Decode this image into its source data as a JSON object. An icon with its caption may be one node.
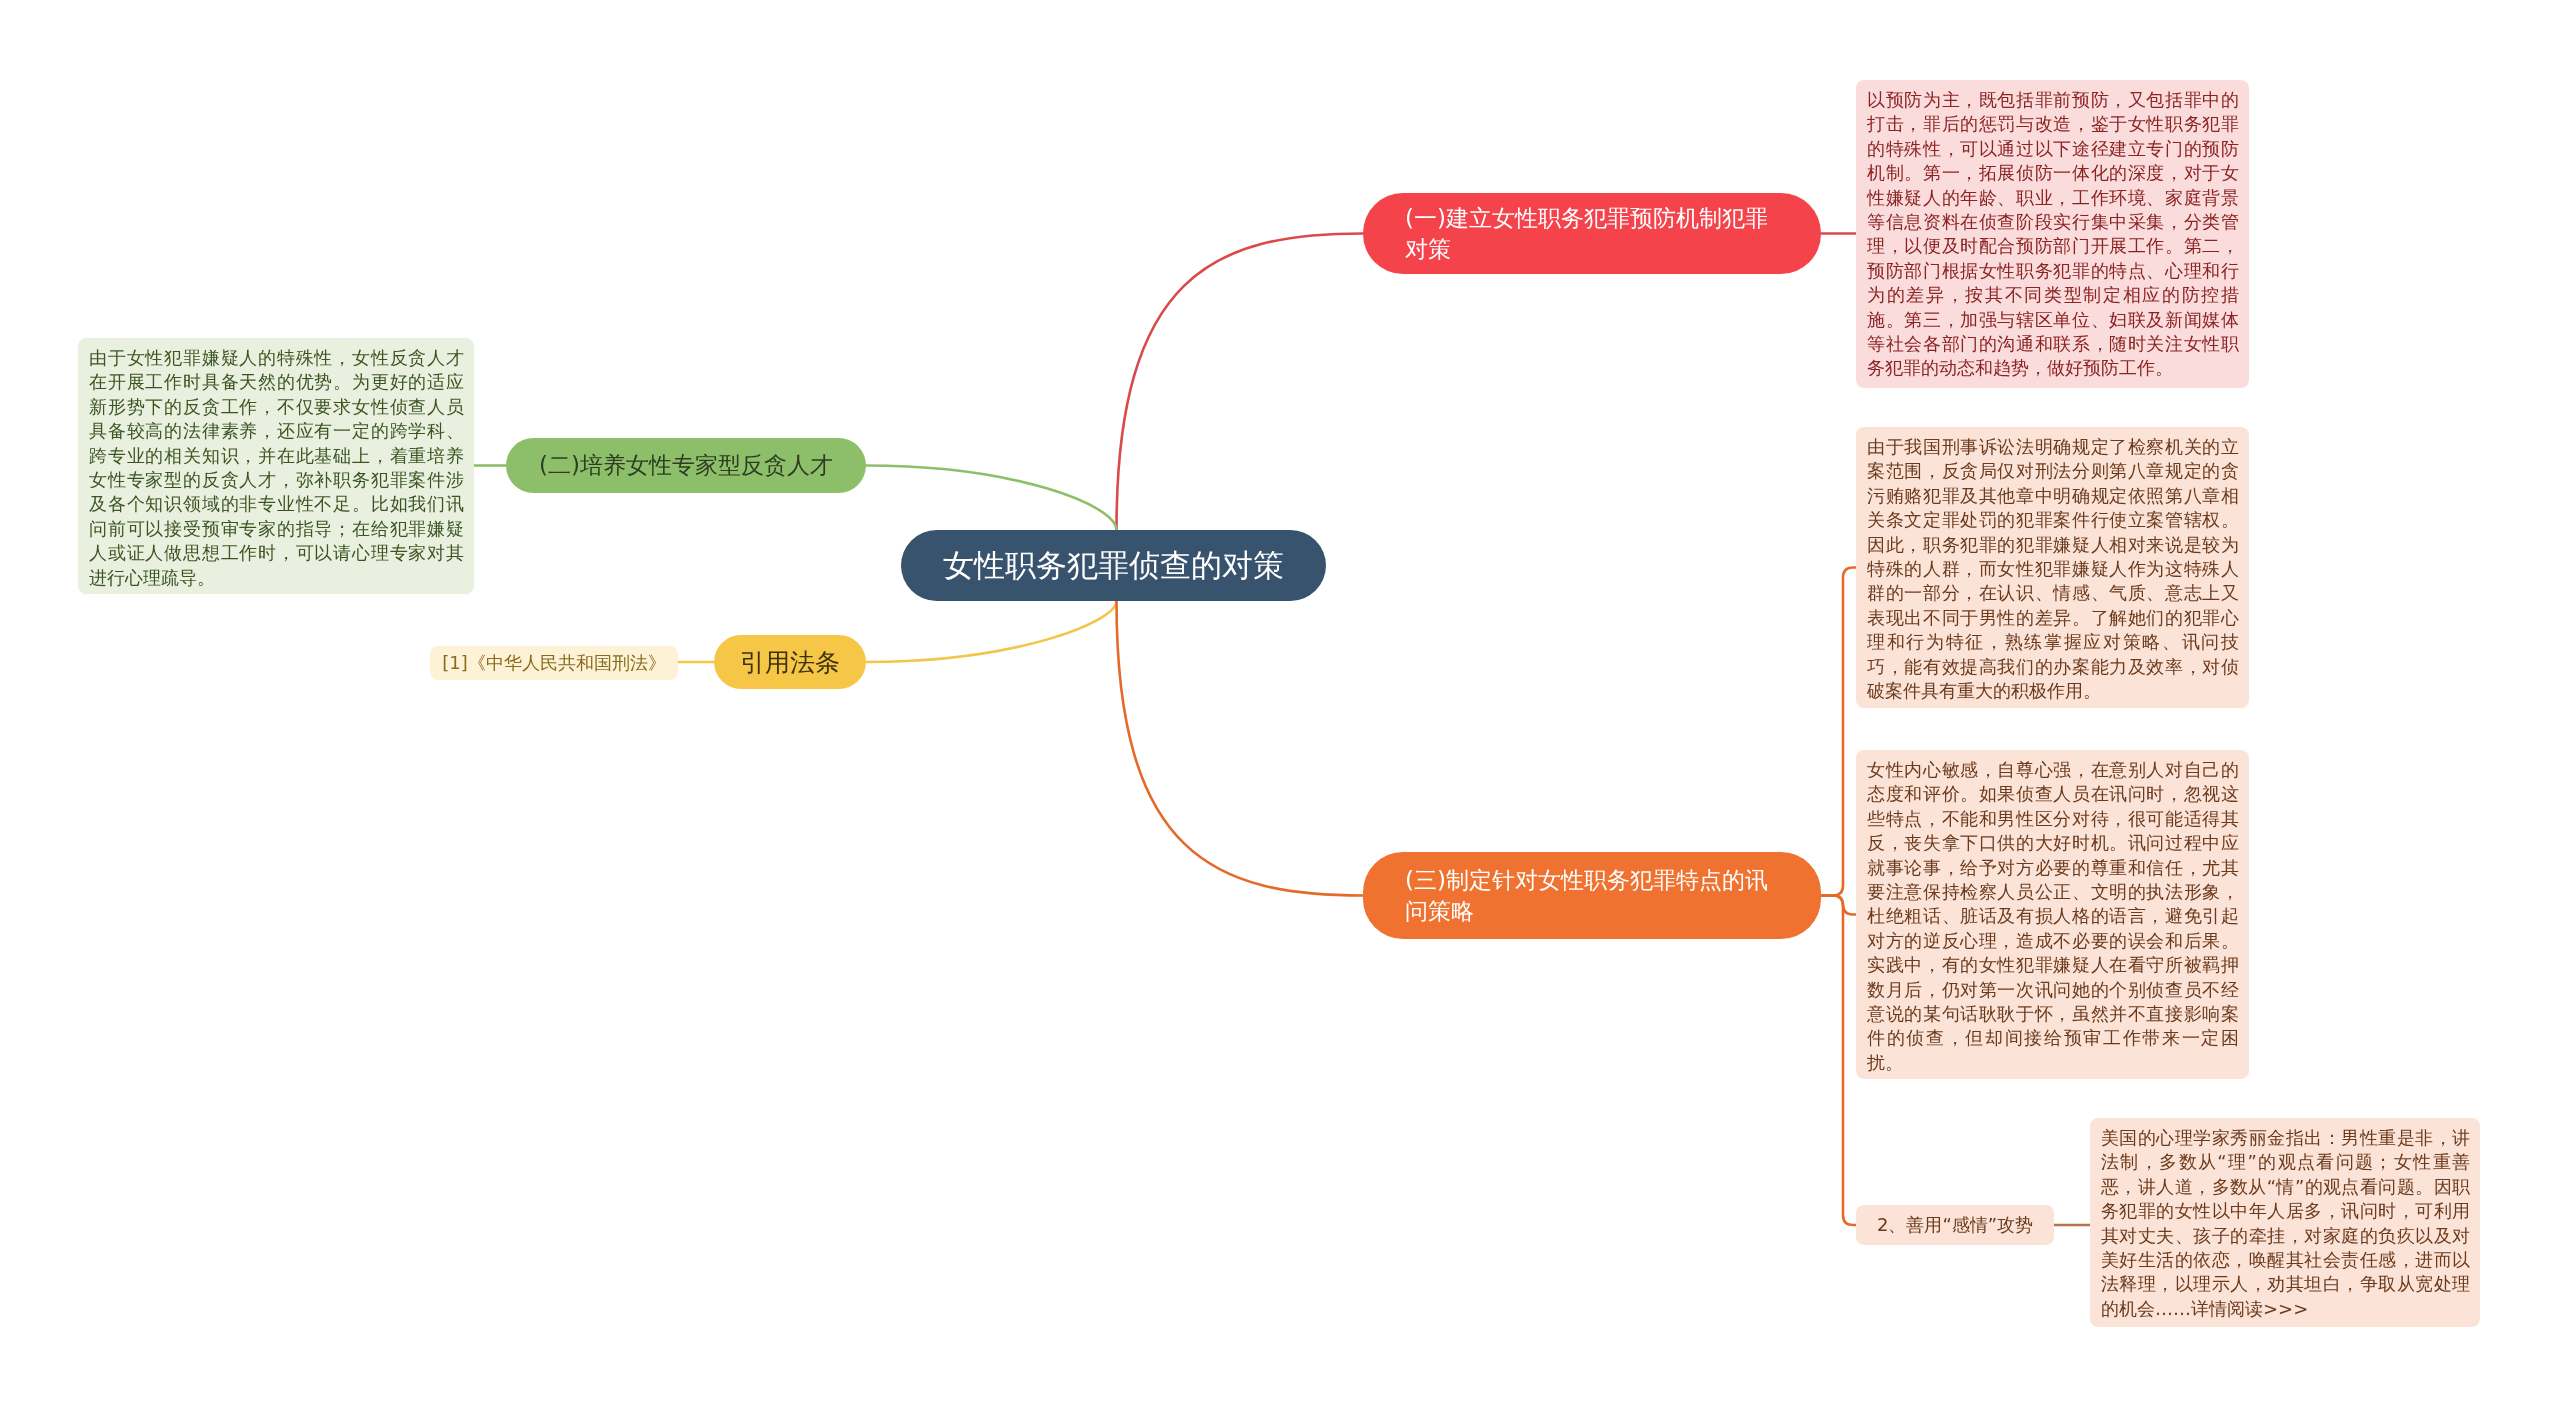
{
  "diagram": {
    "nodes": [
      {
        "text": [
          "女性职务犯罪侦查的对策"
        ]
      },
      {
        "text": [
          "(一)建立女性职务犯罪预防机制犯罪对策"
        ]
      },
      {
        "text": [
          "以预防为主，既包括罪前预防，又包括罪中的打击，罪后的惩罚与改造，鉴于女性职务犯罪的特殊性，可以通过以下途径建立专门的预防机制。第一，拓展侦防一体化的深度，对于女性嫌疑人的年龄、职业，工作环境、家庭背景等信息资料在侦查阶段实行集中采集，分类管理，以便及时配合预防部门开展工作。第二，预防部门根据女性职务犯罪的特点、心理和行为的差异，按其不同类型制定相应的防控措施。第三，加强与辖区单位、妇联及新闻媒体等社会各部门的沟通和联系，随时关注女性职务犯罪的动态和趋势，做好预防工作。"
        ]
      },
      {
        "text": [
          "(二)培养女性专家型反贪人才"
        ]
      },
      {
        "text": [
          "由于女性犯罪嫌疑人的特殊性，女性反贪人才在开展工作时具备天然的优势。为更好的适应新形势下的反贪工作，不仅要求女性侦查人员具备较高的法律素养，还应有一定的跨学科、跨专业的相关知识，并在此基础上，着重培养女性专家型的反贪人才，弥补职务犯罪案件涉及各个知识领域的非专业性不足。比如我们讯问前可以接受预审专家的指导；在给犯罪嫌疑人或证人做思想工作时，可以请心理专家对其进行心理疏导。"
        ]
      },
      {
        "text": [
          "引用法条"
        ]
      },
      {
        "text": [
          "[1]《中华人民共和国刑法》"
        ]
      },
      {
        "text": [
          "(三)制定针对女性职务犯罪特点的讯问策略"
        ]
      },
      {
        "text": [
          "由于我国刑事诉讼法明确规定了检察机关的立案范围，反贪局仅对刑法分则第八章规定的贪污贿赂犯罪及其他章中明确规定依照第八章相关条文定罪处罚的犯罪案件行使立案管辖权。因此，职务犯罪的犯罪嫌疑人相对来说是较为特殊的人群，而女性犯罪嫌疑人作为这特殊人群的一部分，在认识、情感、气质、意志上又表现出不同于男性的差异。了解她们的犯罪心理和行为特征，熟练掌握应对策略、讯问技巧，能有效提高我们的办案能力及效率，对侦破案件具有重大的积极作用。"
        ]
      },
      {
        "text": [
          "女性内心敏感，自尊心强，在意别人对自己的态度和评价。如果侦查人员在讯问时，忽视这些特点，不能和男性区分对待，很可能适得其反，丧失拿下口供的大好时机。讯问过程中应就事论事，给予对方必要的尊重和信任，尤其要注意保持检察人员公正、文明的执法形象，杜绝粗话、脏话及有损人格的语言，避免引起对方的逆反心理，造成不必要的误会和后果。实践中，有的女性犯罪嫌疑人在看守所被羁押数月后，仍对第一次讯问她的个别侦查员不经意说的某句话耿耿于怀，虽然并不直接影响案件的侦查，但却间接给预审工作带来一定困扰。"
        ]
      },
      {
        "text": [
          "2、善用“感情”攻势"
        ]
      },
      {
        "text": [
          "美国的心理学家秀丽金指出：男性重是非，讲法制，多数从“理”的观点看问题；女性重善恶，讲人道，多数从“情”的观点看问题。因职务犯罪的女性以中年人居多，讯问时，可利用其对丈夫、孩子的牵挂，对家庭的负疚以及对美好生活的依恋，唤醒其社会责任感，进而以法释理，以理示人，劝其坦白，争取从宽处理的机会……详情阅读>>>"
        ]
      }
    ],
    "edges": [
      {
        "from": 0,
        "to": 1,
        "arrow": "none",
        "color": "#d94a4a"
      },
      {
        "from": 1,
        "to": 2,
        "arrow": "none",
        "color": "#d94a4a"
      },
      {
        "from": 0,
        "to": 3,
        "arrow": "none",
        "color": "#8dbf6a"
      },
      {
        "from": 3,
        "to": 4,
        "arrow": "none",
        "color": "#8dbf6a"
      },
      {
        "from": 0,
        "to": 5,
        "arrow": "none",
        "color": "#f2c649"
      },
      {
        "from": 5,
        "to": 6,
        "arrow": "none",
        "color": "#f2c649"
      },
      {
        "from": 0,
        "to": 7,
        "arrow": "none"
      },
      {
        "from": 7,
        "to": 8,
        "arrow": "none"
      },
      {
        "from": 7,
        "to": 9,
        "arrow": "none"
      },
      {
        "from": 7,
        "to": 10,
        "arrow": "none"
      },
      {
        "from": 10,
        "to": 11,
        "arrow": "none",
        "color": "#b5734a"
      }
    ]
  }
}
